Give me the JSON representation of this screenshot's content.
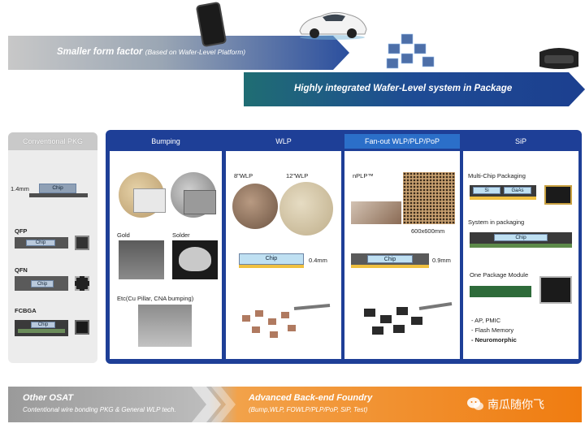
{
  "top": {
    "arrow1": {
      "title": "Smaller form factor",
      "subtitle": "(Based on Wafer-Level Platform)"
    },
    "arrow2": {
      "title": "Highly integrated Wafer-Level system in Package"
    }
  },
  "conventional": {
    "header": "Conventional PKG",
    "height_label": "1.4mm",
    "chip": "Chip",
    "items": [
      "QFP",
      "QFN",
      "FCBGA"
    ]
  },
  "columns": [
    {
      "title": "Bumping"
    },
    {
      "title": "WLP"
    },
    {
      "title": "Fan-out WLP/PLP/PoP"
    },
    {
      "title": "SiP"
    }
  ],
  "bumping": {
    "gold": "Gold",
    "solder": "Solder",
    "etc": "Etc(Cu Pillar, CNA bumping)"
  },
  "wlp": {
    "wafer8": "8\"WLP",
    "wafer12": "12\"WLP",
    "chip": "Chip",
    "thickness": "0.4mm"
  },
  "fanout": {
    "nplp": "nPLP™",
    "panel_size": "600x600mm",
    "chip": "Chip",
    "thickness": "0.9mm"
  },
  "sip": {
    "multi_chip": "Multi-Chip Packaging",
    "si": "Si",
    "gaas": "GaAs",
    "system_in_pkg": "System in packaging",
    "chip": "Chip",
    "one_module": "One Package Module",
    "apps": [
      "- AP, PMIC",
      "- Flash Memory",
      "- Neuromorphic"
    ]
  },
  "bottom": {
    "left_title": "Other OSAT",
    "left_sub": "Contentional wire bonding PKG & General WLP tech.",
    "right_title": "Advanced Back-end Foundry",
    "right_sub": "(Bump,WLP, FOWLP/PLP/PoP, SiP, Test)",
    "watermark": "南瓜随你飞"
  },
  "colors": {
    "navy": "#1e3f97",
    "fanout_head": "#2b6fc9",
    "orange": "#f08a1c",
    "grey": "#c9c9c9"
  }
}
